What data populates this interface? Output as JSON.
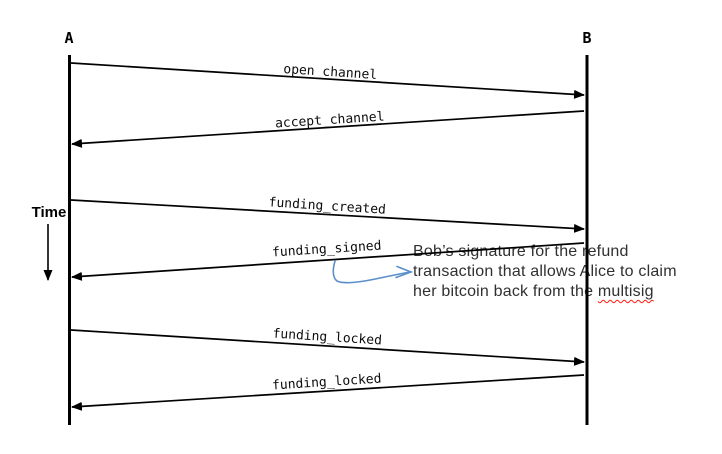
{
  "diagram": {
    "kind": "sequence-diagram",
    "actors": [
      {
        "label": "A"
      },
      {
        "label": "B"
      }
    ],
    "time_axis": {
      "label": "Time",
      "direction": "down"
    },
    "messages": [
      {
        "label": "open_channel",
        "from": "A",
        "to": "B"
      },
      {
        "label": "accept_channel",
        "from": "B",
        "to": "A"
      },
      {
        "label": "funding_created",
        "from": "A",
        "to": "B"
      },
      {
        "label": "funding_signed",
        "from": "B",
        "to": "A"
      },
      {
        "label": "funding_locked",
        "from": "A",
        "to": "B"
      },
      {
        "label": "funding_locked",
        "from": "B",
        "to": "A"
      }
    ],
    "annotation": {
      "line1": "Bob’s signature for the refund",
      "line2": "transaction that allows Alice to claim",
      "line3_prefix": "her bitcoin back from the ",
      "line3_word": "multisig",
      "attached_to": "funding_signed"
    },
    "colors": {
      "line": "#000000",
      "annotation_text": "#303030",
      "callout_arrow": "#5b8fc9",
      "spellcheck_underline": "#ff1a0e",
      "background": "#ffffff"
    }
  }
}
